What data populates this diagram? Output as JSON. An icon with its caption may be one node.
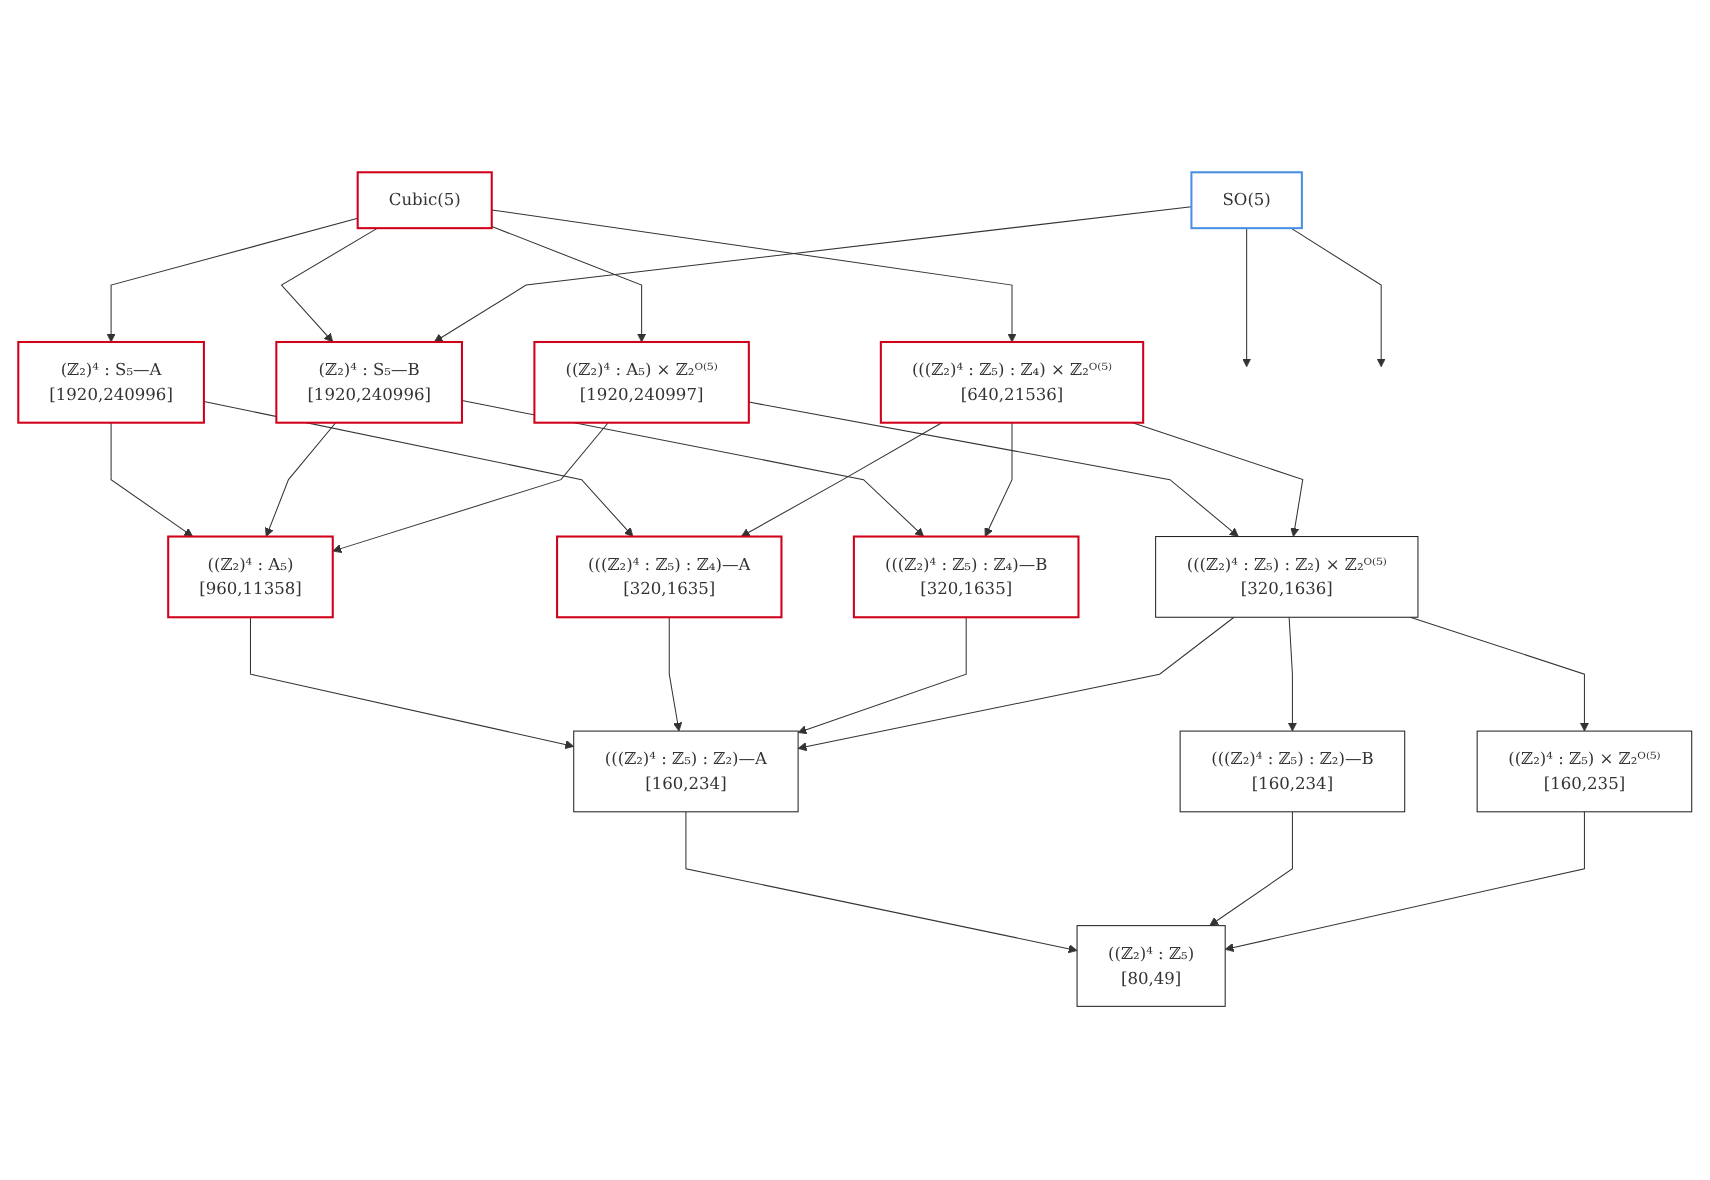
{
  "diagram": {
    "nodes": [
      {
        "text": [
          "Cubic(5)"
        ]
      },
      {
        "text": [
          "SO(5)"
        ]
      },
      {
        "text": [
          "(ℤ₂)⁴ : S₅—A",
          "[1920,240996]"
        ]
      },
      {
        "text": [
          "(ℤ₂)⁴ : S₅—B",
          "[1920,240996]"
        ]
      },
      {
        "text": [
          "((ℤ₂)⁴ : A₅) × ℤ₂ᴼ⁽⁵⁾",
          "[1920,240997]"
        ]
      },
      {
        "text": [
          "(((ℤ₂)⁴ : ℤ₅) : ℤ₄) × ℤ₂ᴼ⁽⁵⁾",
          "[640,21536]"
        ]
      },
      {
        "text": [
          "((ℤ₂)⁴ : A₅)",
          "[960,11358]"
        ]
      },
      {
        "text": [
          "(((ℤ₂)⁴ : ℤ₅) : ℤ₄)—A",
          "[320,1635]"
        ]
      },
      {
        "text": [
          "(((ℤ₂)⁴ : ℤ₅) : ℤ₄)—B",
          "[320,1635]"
        ]
      },
      {
        "text": [
          "(((ℤ₂)⁴ : ℤ₅) : ℤ₂) × ℤ₂ᴼ⁽⁵⁾",
          "[320,1636]"
        ]
      },
      {
        "text": [
          "(((ℤ₂)⁴ : ℤ₅) : ℤ₂)—A",
          "[160,234]"
        ]
      },
      {
        "text": [
          "(((ℤ₂)⁴ : ℤ₅) : ℤ₂)—B",
          "[160,234]"
        ]
      },
      {
        "text": [
          "((ℤ₂)⁴ : ℤ₅) × ℤ₂ᴼ⁽⁵⁾",
          "[160,235]"
        ]
      },
      {
        "text": [
          "((ℤ₂)⁴ : ℤ₅)",
          "[80,49]"
        ]
      }
    ],
    "edges": [
      {
        "from": 0,
        "to": 2,
        "arrow": "to"
      },
      {
        "from": 0,
        "to": 3,
        "arrow": "to"
      },
      {
        "from": 0,
        "to": 4,
        "arrow": "to"
      },
      {
        "from": 0,
        "to": 5,
        "arrow": "to"
      },
      {
        "from": 1,
        "to": 3,
        "arrow": "to"
      },
      {
        "from": 1,
        "to": null,
        "arrow": "to"
      },
      {
        "from": 1,
        "to": null,
        "arrow": "to"
      },
      {
        "from": 2,
        "to": 6,
        "arrow": "to"
      },
      {
        "from": 2,
        "to": 7,
        "arrow": "to"
      },
      {
        "from": 3,
        "to": 6,
        "arrow": "to"
      },
      {
        "from": 3,
        "to": 8,
        "arrow": "to"
      },
      {
        "from": 4,
        "to": 6,
        "arrow": "to"
      },
      {
        "from": 4,
        "to": 9,
        "arrow": "to"
      },
      {
        "from": 5,
        "to": 7,
        "arrow": "to"
      },
      {
        "from": 5,
        "to": 8,
        "arrow": "to"
      },
      {
        "from": 5,
        "to": 9,
        "arrow": "to"
      },
      {
        "from": 6,
        "to": 10,
        "arrow": "to"
      },
      {
        "from": 7,
        "to": 10,
        "arrow": "to"
      },
      {
        "from": 8,
        "to": 10,
        "arrow": "to"
      },
      {
        "from": 9,
        "to": 10,
        "arrow": "to"
      },
      {
        "from": 9,
        "to": 11,
        "arrow": "to"
      },
      {
        "from": 9,
        "to": 12,
        "arrow": "to"
      },
      {
        "from": 10,
        "to": 13,
        "arrow": "to"
      },
      {
        "from": 11,
        "to": 13,
        "arrow": "to"
      },
      {
        "from": 12,
        "to": 13,
        "arrow": "to"
      }
    ]
  }
}
